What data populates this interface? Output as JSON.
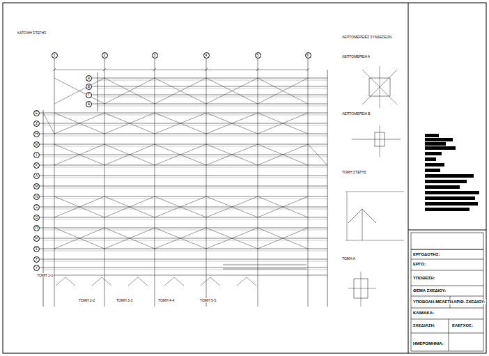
{
  "diagram": {
    "nodes": [
      {
        "text": [
          "1"
        ]
      },
      {
        "text": [
          "2"
        ]
      },
      {
        "text": [
          "3"
        ]
      },
      {
        "text": [
          "4"
        ]
      },
      {
        "text": [
          "5"
        ]
      },
      {
        "text": [
          "6"
        ]
      },
      {
        "text": [
          "Α"
        ]
      },
      {
        "text": [
          "Β"
        ]
      },
      {
        "text": [
          "Γ"
        ]
      },
      {
        "text": [
          "Δ"
        ]
      },
      {
        "text": [
          "Ε"
        ]
      },
      {
        "text": [
          "Ζ"
        ]
      },
      {
        "text": [
          "Η"
        ]
      },
      {
        "text": [
          "Θ"
        ]
      },
      {
        "text": [
          "Ι"
        ]
      },
      {
        "text": [
          "Κ"
        ]
      },
      {
        "text": [
          "Λ"
        ]
      },
      {
        "text": [
          "Μ"
        ]
      },
      {
        "text": [
          "Ν"
        ]
      },
      {
        "text": [
          "Ξ"
        ]
      },
      {
        "text": [
          "Ο"
        ]
      },
      {
        "text": [
          "Π"
        ]
      },
      {
        "text": [
          "Ρ"
        ]
      },
      {
        "text": [
          "Σ"
        ]
      },
      {
        "text": [
          "Τ"
        ]
      },
      {
        "text": [
          "Υ"
        ]
      }
    ],
    "labels": [
      "ΚΑΤΟΨΗ ΣΤΕΓΗΣ",
      "ΛΕΠΤΟΜΕΡΕΙΕΣ ΣΥΝΔΕΣΕΩΝ",
      "ΛΕΠΤΟΜΕΡΕΙΑ Α",
      "ΛΕΠΤΟΜΕΡΕΙΑ Β",
      "ΤΟΜΗ ΣΤΕΓΗΣ",
      "ΤΟΜΗ Α",
      "ΕΡΓΟΔΟΤΗΣ:",
      "ΕΡΓΟ:",
      "ΥΠΟΘΕΣΗ:",
      "ΘΕΜΑ ΣΧΕΔΙΟΥ:",
      "ΥΠΟΒΟΛΗ-ΜΕΛΕΤΗ:",
      "ΑΡΙΘ. ΣΧΕΔΙΟΥ:",
      "ΚΛΙΜΑΚΑ:",
      "ΣΧΕΔΙΑΣΗ:",
      "ΕΛΕΓΧΟΣ:",
      "ΗΜΕΡΟΜΗΝΙΑ:",
      "ΤΟΜΗ 1-1",
      "ΤΟΜΗ 2-2",
      "ΤΟΜΗ 3-3",
      "ΤΟΜΗ 4-4",
      "ΤΟΜΗ 5-5"
    ]
  }
}
